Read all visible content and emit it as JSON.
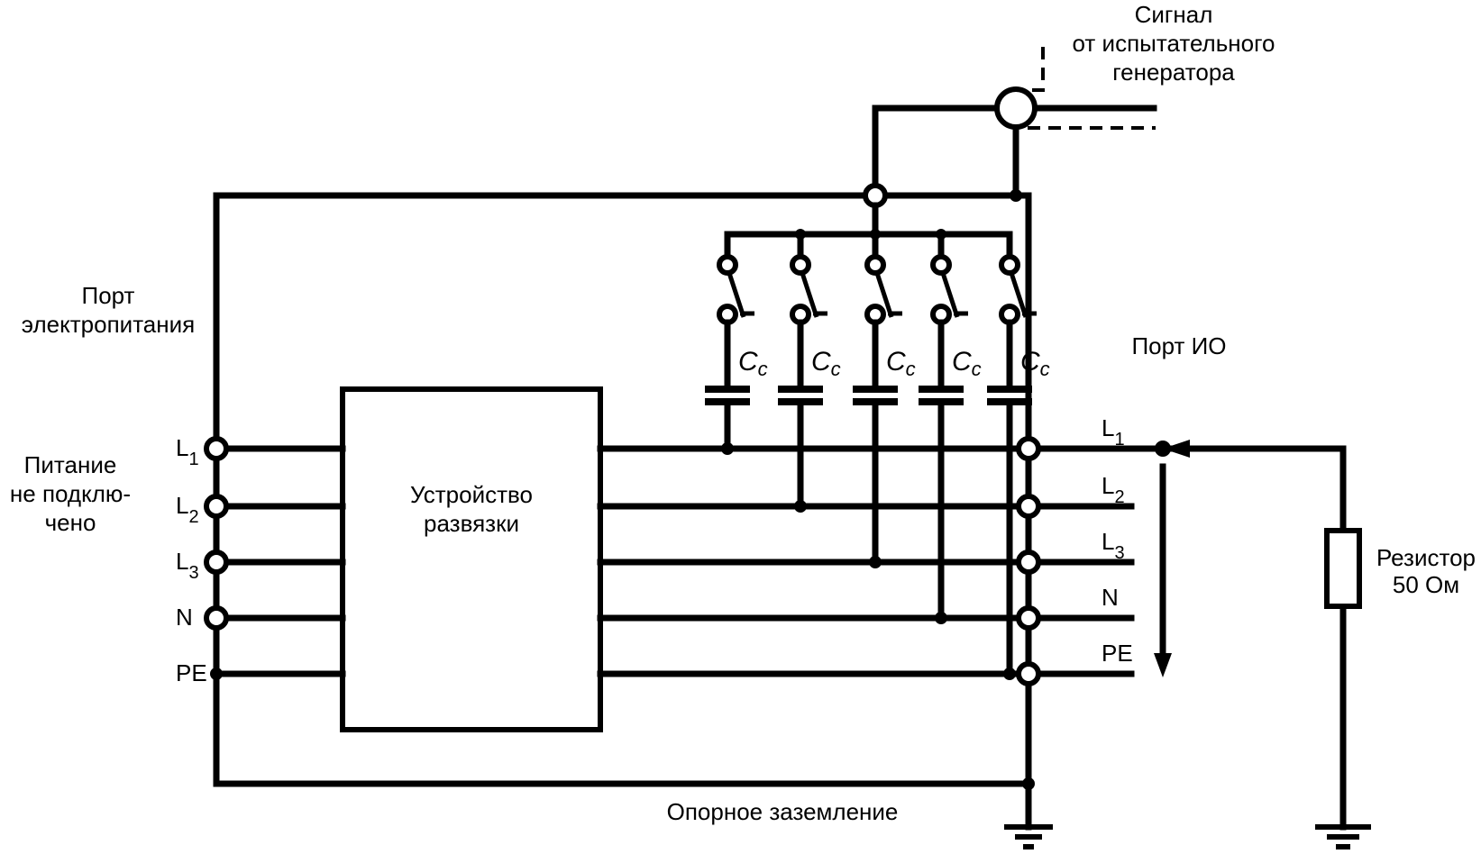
{
  "title": "Схема подключения испытательного генератора к порту ИО",
  "labels": {
    "signal": [
      "Сигнал",
      "от испытательного",
      "генератора"
    ],
    "power_port": [
      "Порт",
      "электропитания"
    ],
    "power_off": [
      "Питание",
      "не подклю-",
      "чено"
    ],
    "decoupling": [
      "Устройство",
      "развязки"
    ],
    "io_port": "Порт ИО",
    "resistor": [
      "Резистор",
      "50 Ом"
    ],
    "ground_ref": "Опорное заземление"
  },
  "lines": [
    {
      "name": "L",
      "sub": "1"
    },
    {
      "name": "L",
      "sub": "2"
    },
    {
      "name": "L",
      "sub": "3"
    },
    {
      "name": "N",
      "sub": ""
    },
    {
      "name": "PE",
      "sub": ""
    }
  ],
  "capacitor": {
    "symbol": "C",
    "sub": "c",
    "count": 5
  }
}
